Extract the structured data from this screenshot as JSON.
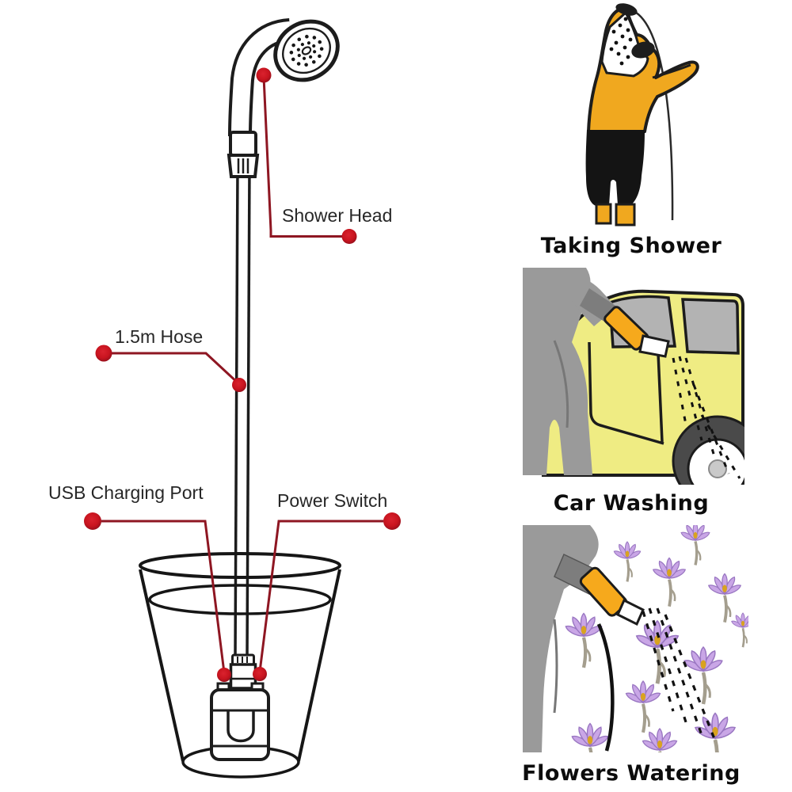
{
  "product_diagram": {
    "labels": {
      "shower_head": "Shower Head",
      "hose": "1.5m Hose",
      "usb_port": "USB Charging Port",
      "power_switch": "Power Switch"
    },
    "colors": {
      "leader_line": "#8e1622",
      "marker_dot": "#c8141f",
      "line_art": "#1c1c1c"
    }
  },
  "usage_examples": {
    "items": [
      {
        "caption": "Taking Shower"
      },
      {
        "caption": "Car Washing"
      },
      {
        "caption": "Flowers Watering"
      }
    ],
    "colors": {
      "skin_yellow": "#f0a81f",
      "car_yellow": "#efec83",
      "figure_gray": "#9a9a9a",
      "flower_purple": "#c9a6e6",
      "sprayer_orange": "#f6a91c"
    }
  }
}
